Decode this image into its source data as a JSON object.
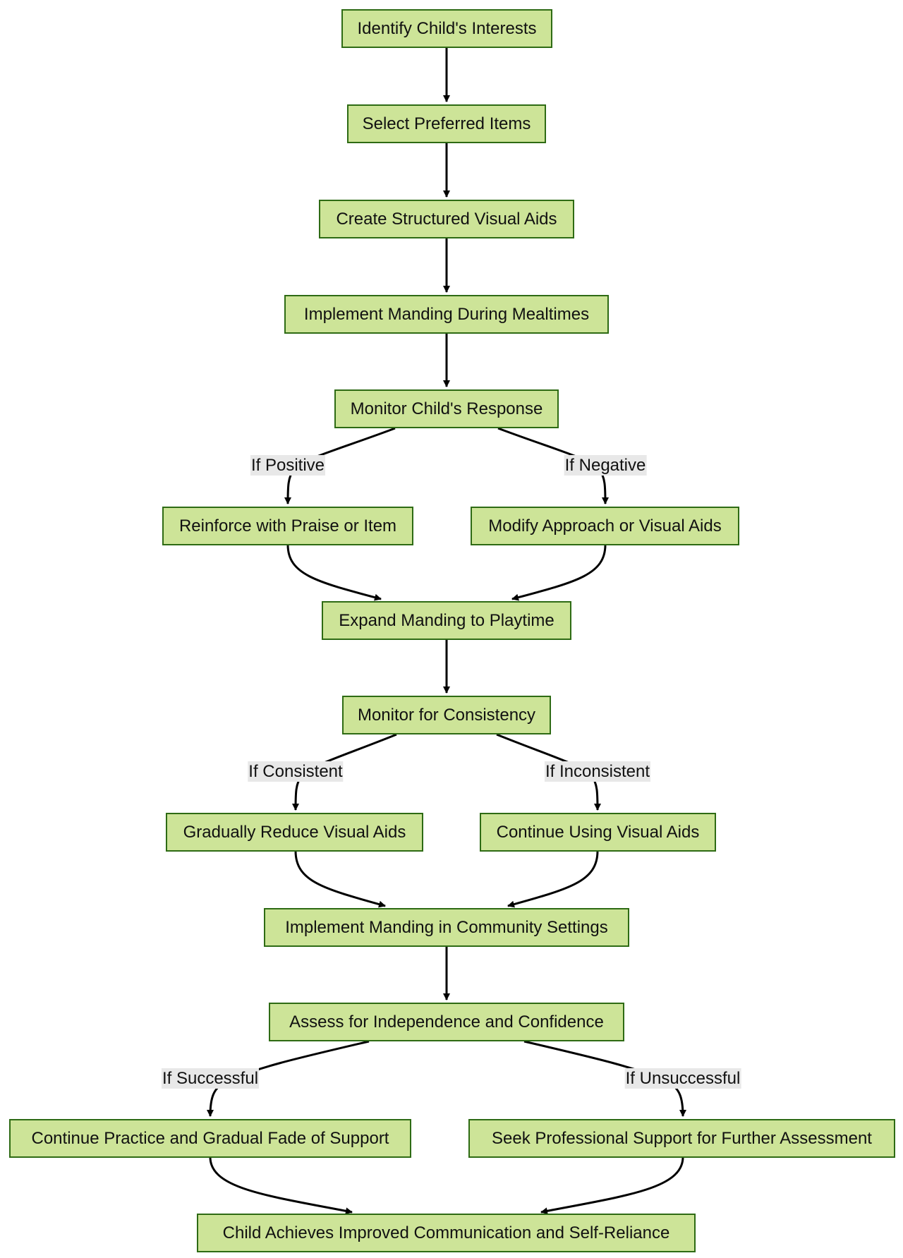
{
  "colors": {
    "node_fill": "#cde498",
    "node_border": "#2e6b14",
    "edge": "#000000",
    "edge_label_bg": "#e8e8e8"
  },
  "nodes": {
    "n1": "Identify Child's Interests",
    "n2": "Select Preferred Items",
    "n3": "Create Structured Visual Aids",
    "n4": "Implement Manding During Mealtimes",
    "n5": "Monitor Child's Response",
    "n6": "Reinforce with Praise or Item",
    "n7": "Modify Approach or Visual Aids",
    "n8": "Expand Manding to Playtime",
    "n9": "Monitor for Consistency",
    "n10": "Gradually Reduce Visual Aids",
    "n11": "Continue Using Visual Aids",
    "n12": "Implement Manding in Community Settings",
    "n13": "Assess for Independence and Confidence",
    "n14": "Continue Practice and Gradual Fade of Support",
    "n15": "Seek Professional Support for Further Assessment",
    "n16": "Child Achieves Improved Communication and Self-Reliance"
  },
  "edge_labels": {
    "if_positive": "If Positive",
    "if_negative": "If Negative",
    "if_consistent": "If Consistent",
    "if_inconsistent": "If Inconsistent",
    "if_successful": "If Successful",
    "if_unsuccessful": "If Unsuccessful"
  }
}
